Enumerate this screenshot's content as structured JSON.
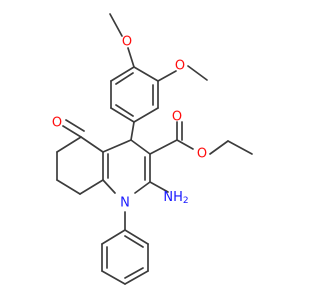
{
  "colors": {
    "background": "#ffffff",
    "bond": "#3c3c3c",
    "oxygen": "#ff0d0d",
    "nitrogen": "#1a1aff"
  },
  "molecule": {
    "atom_labels": {
      "o_methoxy_top": "O",
      "o_methoxy_right": "O",
      "o_carbonyl_ester": "O",
      "o_ester": "O",
      "o_ketone": "O",
      "nh2": "NH",
      "nh2_subscript": "2",
      "n_ring": "N"
    }
  }
}
